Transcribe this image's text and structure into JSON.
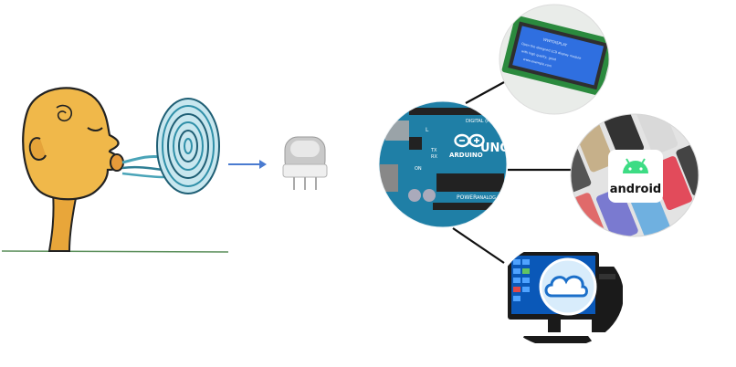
{
  "illustration": {
    "person_icon": "person-blowing-breath-icon",
    "breath_icon": "breath-swirl-icon",
    "arrow_icon": "arrow-right-icon",
    "sensor_icon": "gas-sensor-icon"
  },
  "arduino": {
    "icon": "arduino-uno-board-icon",
    "labels": {
      "digital": "DIGITAL (PWM~)",
      "l": "L",
      "tx": "TX",
      "rx": "RX",
      "brand": "ARDUINO",
      "model": "UNO",
      "on": "ON",
      "power": "POWER",
      "analog_in": "ANALOG IN"
    }
  },
  "lcd": {
    "icon": "lcd-display-module-icon",
    "lines": [
      "WWYDISPLAY",
      "Open the designed LCD display module",
      "with high quality, good",
      "www.example.com"
    ]
  },
  "phones": {
    "icon": "smartphones-icon",
    "label": "android",
    "android_icon": "android-robot-icon"
  },
  "computer": {
    "icon": "desktop-computer-icon",
    "cloud_icon": "cloud-icon"
  },
  "colors": {
    "arrow": "#4a7bd0",
    "board": "#1f7fa6",
    "lcd_screen": "#2f6fe0",
    "android_green": "#3ddc84",
    "connector": "#111111"
  }
}
